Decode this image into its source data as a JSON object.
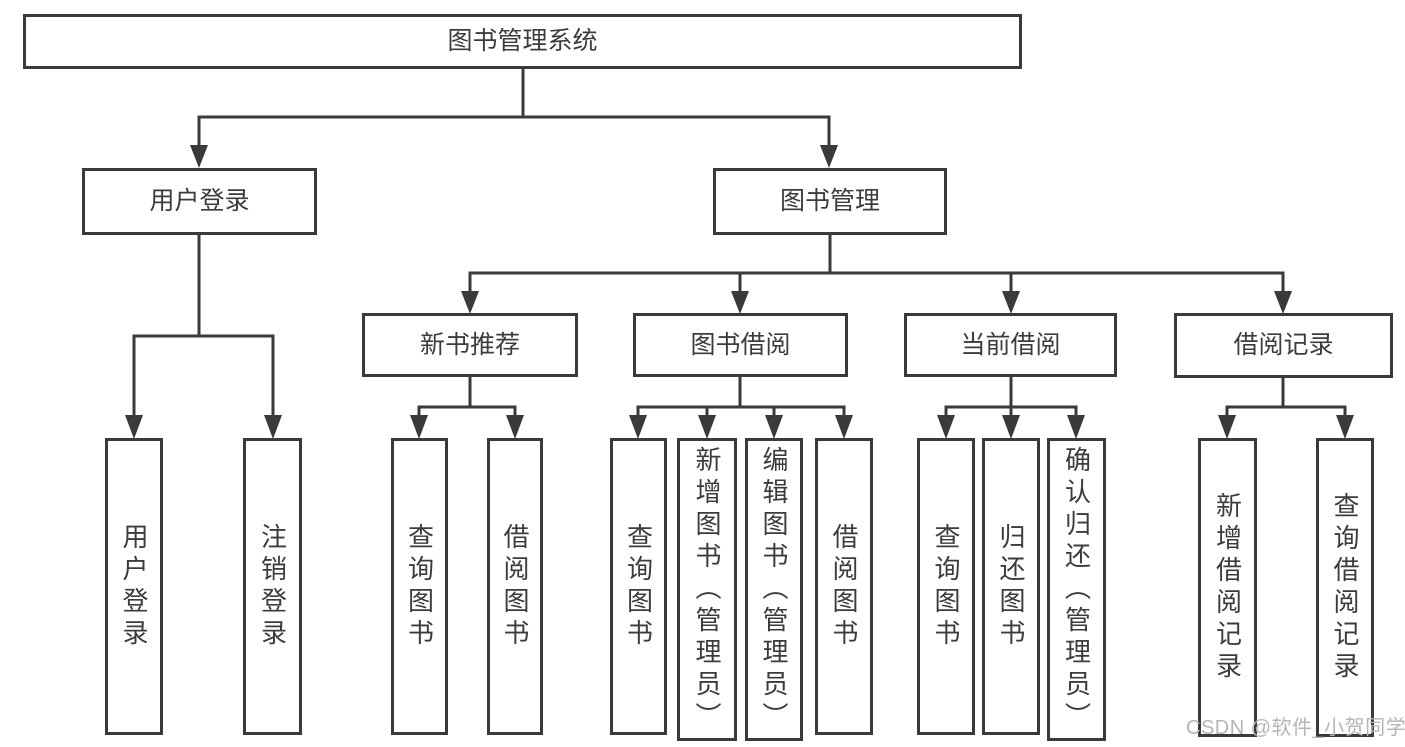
{
  "colors": {
    "line": "#3a3a3a",
    "ink": "#3c3c3c",
    "watermark": "#b5b5b5",
    "background": "#ffffff"
  },
  "watermark": {
    "text": "CSDN @软件_小贺同学"
  },
  "tree": {
    "label": "图书管理系统",
    "children": [
      {
        "label": "用户登录",
        "children": [
          {
            "label": "用户登录"
          },
          {
            "label": "注销登录"
          }
        ]
      },
      {
        "label": "图书管理",
        "children": [
          {
            "label": "新书推荐",
            "children": [
              {
                "label": "查询图书"
              },
              {
                "label": "借阅图书"
              }
            ]
          },
          {
            "label": "图书借阅",
            "children": [
              {
                "label": "查询图书"
              },
              {
                "label": "新增图书（管理员）"
              },
              {
                "label": "编辑图书（管理员）"
              },
              {
                "label": "借阅图书"
              }
            ]
          },
          {
            "label": "当前借阅",
            "children": [
              {
                "label": "查询图书"
              },
              {
                "label": "归还图书"
              },
              {
                "label": "确认归还（管理员）"
              }
            ]
          },
          {
            "label": "借阅记录",
            "children": [
              {
                "label": "新增借阅记录"
              },
              {
                "label": "查询借阅记录"
              }
            ]
          }
        ]
      }
    ]
  }
}
